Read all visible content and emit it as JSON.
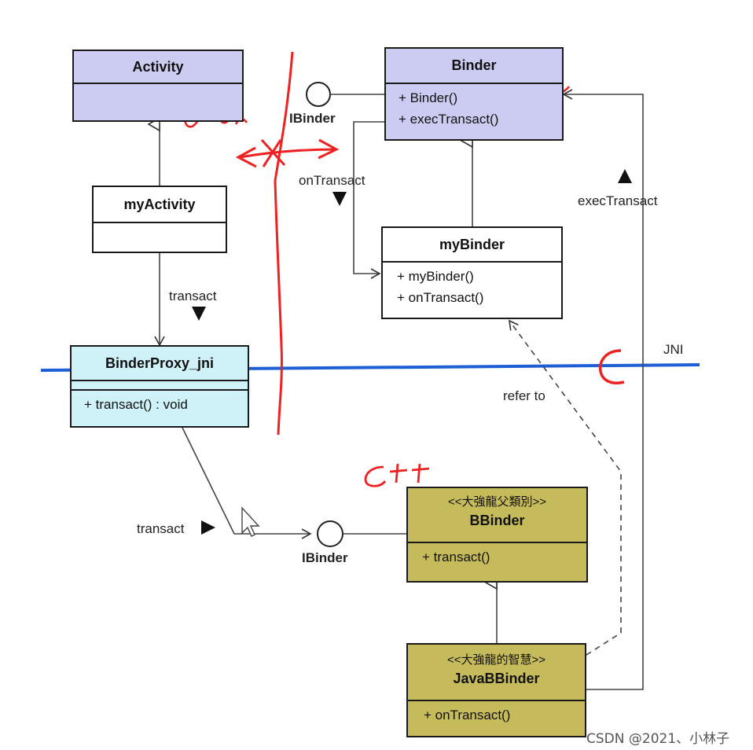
{
  "classes": {
    "activity": {
      "name": "Activity"
    },
    "my_activity": {
      "name": "myActivity"
    },
    "binder": {
      "name": "Binder",
      "ops": [
        "+ Binder()",
        "+ execTransact()"
      ]
    },
    "my_binder": {
      "name": "myBinder",
      "ops": [
        "+ myBinder()",
        "+ onTransact()"
      ]
    },
    "binder_proxy_jni": {
      "name": "BinderProxy_jni",
      "ops": [
        "+ transact() : void"
      ]
    },
    "bbinder": {
      "stereotype": "<<大強龍父類別>>",
      "name": "BBinder",
      "ops": [
        "+ transact()"
      ]
    },
    "java_bbinder": {
      "stereotype": "<<大強龍的智慧>>",
      "name": "JavaBBinder",
      "ops": [
        "+ onTransact()"
      ]
    }
  },
  "labels": {
    "ibinder_top": "IBinder",
    "ibinder_bottom": "IBinder",
    "on_transact": "onTransact",
    "exec_transact": "execTransact",
    "transact_top": "transact",
    "transact_bottom": "transact",
    "refer_to": "refer to",
    "jni": "JNI"
  },
  "watermark": "CSDN @2021、小林子",
  "colors": {
    "purple_box": "#ccccf2",
    "cyan_box": "#cff2f8",
    "olive_box": "#c6bb5a",
    "jni_line": "#1e5fd6",
    "annotation_red": "#ee2222"
  }
}
